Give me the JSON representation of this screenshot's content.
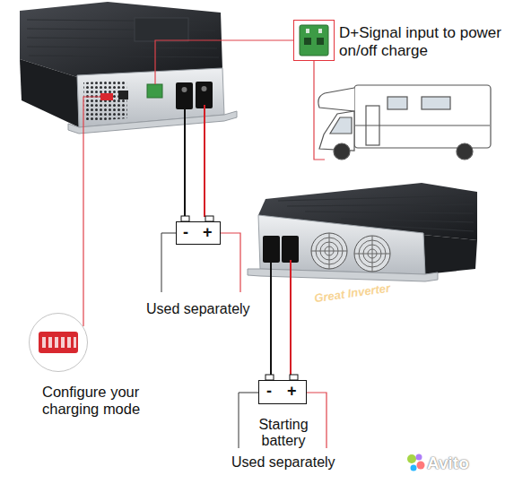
{
  "diagram": {
    "nodes": [
      {
        "text": [
          "D+Signal input to power on/off charge"
        ]
      },
      {
        "text": [
          "-",
          "+"
        ]
      },
      {
        "text": [
          "Configure your charging mode"
        ]
      },
      {
        "text": [
          "-",
          "+",
          "Starting battery"
        ]
      }
    ],
    "labels": [
      "Used separately",
      "Used separately",
      "Great Inverter",
      "Avito"
    ]
  }
}
